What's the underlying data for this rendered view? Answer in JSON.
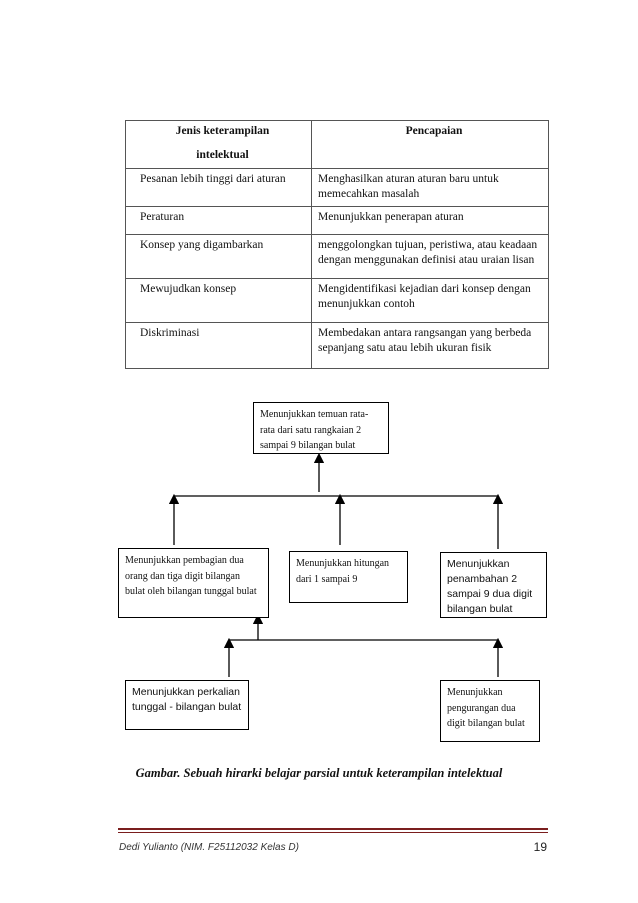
{
  "table": {
    "headers": {
      "col1_line1": "Jenis keterampilan",
      "col1_line2": "intelektual",
      "col2": "Pencapaian"
    },
    "rows": [
      {
        "skill": "Pesanan lebih tinggi dari aturan",
        "achievement": "Menghasilkan aturan aturan baru untuk memecahkan masalah"
      },
      {
        "skill": "Peraturan",
        "achievement": "Menunjukkan penerapan aturan"
      },
      {
        "skill": "Konsep yang digambarkan",
        "achievement": "menggolongkan tujuan, peristiwa, atau keadaan dengan menggunakan definisi atau uraian lisan"
      },
      {
        "skill": "Mewujudkan konsep",
        "achievement": "Mengidentifikasi kejadian dari konsep dengan menunjukkan contoh"
      },
      {
        "skill": "Diskriminasi",
        "achievement": "Membedakan antara rangsangan yang berbeda sepanjang satu atau lebih ukuran fisik"
      }
    ]
  },
  "diagram": {
    "top": "Menunjukkan temuan rata-rata dari satu rangkaian 2 sampai 9 bilangan bulat",
    "mid_left": "Menunjukkan pembagian dua orang dan tiga digit bilangan bulat oleh bilangan tunggal bulat",
    "mid_center": "Menunjukkan hitungan dari 1  sampai  9",
    "mid_right": "Menunjukkan penambahan 2 sampai 9  dua digit bilangan bulat",
    "bottom_left": "Menunjukkan perkalian tunggal - bilangan bulat",
    "bottom_right": "Menunjukkan pengurangan dua digit bilangan bulat"
  },
  "caption": "Gambar. Sebuah hirarki belajar parsial untuk keterampilan intelektual",
  "footer": {
    "author": "Dedi Yulianto (NIM. F25112032 Kelas D)",
    "page": "19"
  }
}
